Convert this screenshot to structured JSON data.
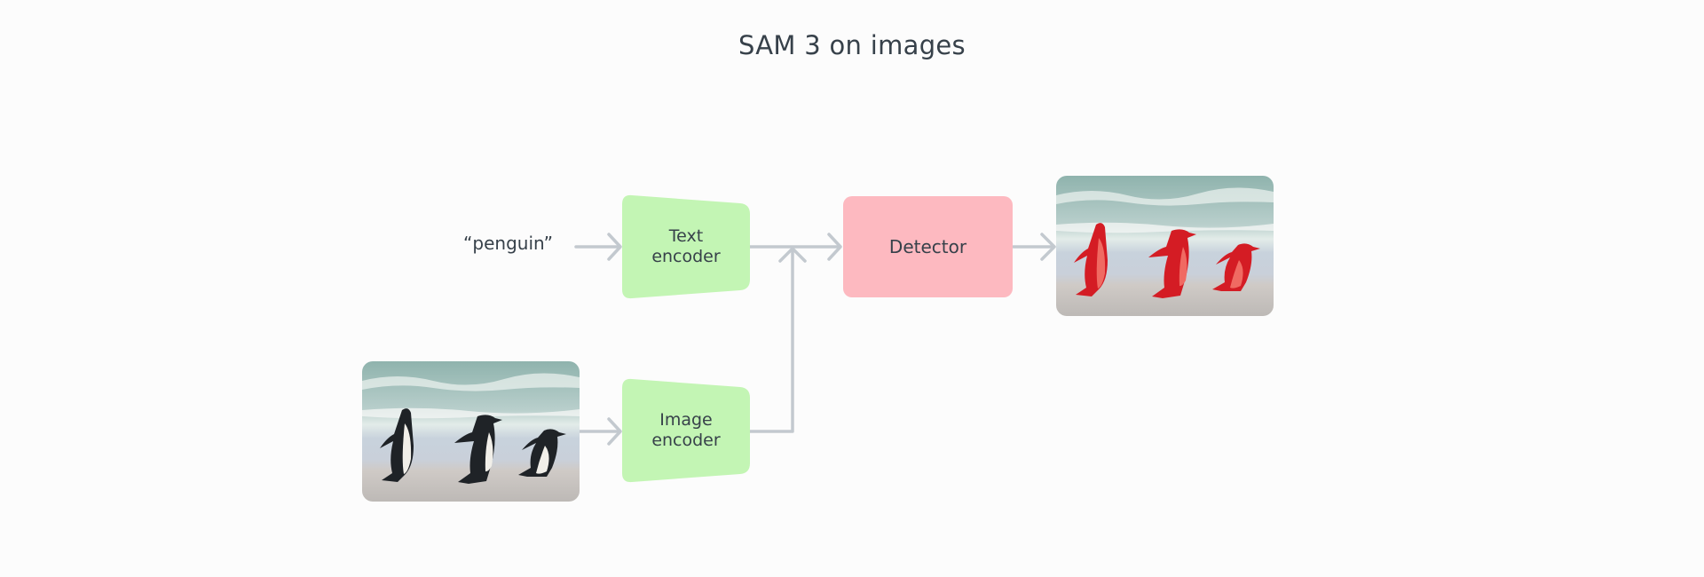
{
  "title": "SAM 3 on images",
  "inputs": {
    "text_prompt": "“penguin”",
    "image_description": "Three rockhopper penguins walking on a beach with waves behind"
  },
  "nodes": {
    "text_encoder": {
      "label_line1": "Text",
      "label_line2": "encoder"
    },
    "image_encoder": {
      "label_line1": "Image",
      "label_line2": "encoder"
    },
    "detector": {
      "label": "Detector"
    }
  },
  "output": {
    "description": "Same beach image with each penguin highlighted by a red segmentation mask"
  },
  "colors": {
    "encoder_fill": "#c3f5b4",
    "detector_fill": "#fdb9c0",
    "connector": "#c3c9cf",
    "text": "#37414a",
    "mask": "#d41c24"
  }
}
